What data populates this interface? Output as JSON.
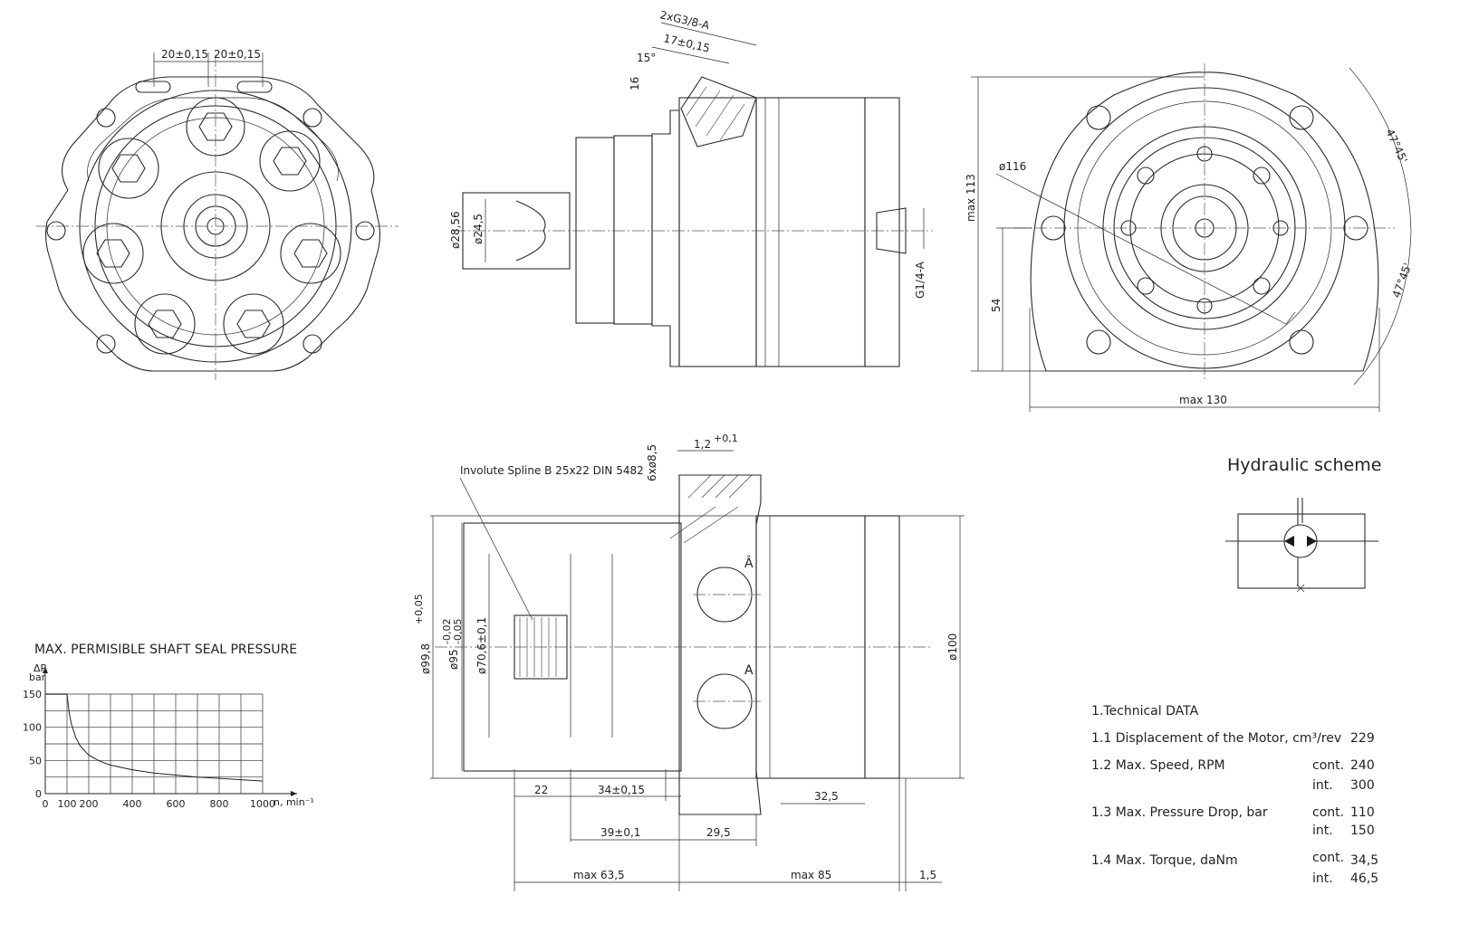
{
  "front_view": {
    "dims": [
      "20±0,15",
      "20±0,15"
    ]
  },
  "side_view": {
    "dims": {
      "ports": "2xG3/8-A",
      "port_spacing": "17±0,15",
      "angle": "15°",
      "offset": "16",
      "d1": "ø28,56",
      "d2": "ø24,5",
      "drain": "G1/4-A"
    }
  },
  "rear_view": {
    "dims": {
      "bolt_circle": "ø116",
      "height": "max 113",
      "center_h": "54",
      "width": "max 130",
      "angle_top": "47°45'",
      "angle_bottom": "47°45'"
    }
  },
  "section_view": {
    "spline": "Involute Spline B 25x22 DIN 5482",
    "dims": {
      "groove_w": "1,2",
      "groove_tol": "+0,1",
      "holes": "6xø8,5",
      "d_outer": "ø99,8",
      "d_outer_tol": "+0,05",
      "d_pilot": "ø95",
      "d_pilot_tol_hi": "-0,02",
      "d_pilot_tol_lo": "-0,05",
      "d_spline": "ø70,6±0,1",
      "d_body": "ø100",
      "l_22": "22",
      "l_34": "34±0,15",
      "l_325": "32,5",
      "l_39": "39±0,1",
      "l_295": "29,5",
      "l_635": "max 63,5",
      "l_85": "max 85",
      "l_15": "1,5",
      "port_a": "A",
      "port_b": "Â"
    }
  },
  "hydraulic": {
    "title": "Hydraulic scheme"
  },
  "pressure_chart": {
    "title": "MAX. PERMISIBLE SHAFT SEAL PRESSURE",
    "ylabel_top": "ΔP",
    "ylabel_unit": "bar",
    "xunit": "n, min⁻¹"
  },
  "chart_data": {
    "type": "line",
    "title": "MAX. PERMISIBLE SHAFT SEAL PRESSURE",
    "xlabel": "n, min⁻¹",
    "ylabel": "ΔP bar",
    "xlim": [
      0,
      1000
    ],
    "ylim": [
      0,
      150
    ],
    "x_ticks": [
      0,
      100,
      200,
      400,
      600,
      800,
      1000
    ],
    "x_tick_labels": [
      "0",
      "100",
      "200",
      "400",
      "600",
      "800",
      "1000"
    ],
    "y_ticks": [
      0,
      50,
      100,
      150
    ],
    "y_tick_labels": [
      "0",
      "50",
      "100",
      "150"
    ],
    "grid": true,
    "series": [
      {
        "x": [
          100,
          110,
          120,
          140,
          160,
          200,
          250,
          300,
          400,
          500,
          600,
          700,
          800,
          900,
          1000
        ],
        "y": [
          150,
          122,
          105,
          85,
          72,
          58,
          49,
          43,
          36,
          31,
          28,
          25,
          23,
          21,
          19
        ]
      }
    ]
  },
  "technical": {
    "heading": "1.Technical DATA",
    "rows": [
      {
        "label": "1.1 Displacement of the Motor, cm³/rev",
        "values": [
          {
            "tag": "",
            "val": "229"
          }
        ]
      },
      {
        "label": "1.2 Max. Speed, RPM",
        "values": [
          {
            "tag": "cont.",
            "val": "240"
          },
          {
            "tag": "int.",
            "val": "300"
          }
        ]
      },
      {
        "label": "1.3 Max. Pressure Drop, bar",
        "values": [
          {
            "tag": "cont.",
            "val": "110"
          },
          {
            "tag": "int.",
            "val": "150"
          }
        ]
      },
      {
        "label": "1.4 Max. Torque, daNm",
        "values": [
          {
            "tag": "cont.",
            "val": "34,5"
          },
          {
            "tag": "int.",
            "val": "46,5"
          }
        ]
      }
    ]
  }
}
